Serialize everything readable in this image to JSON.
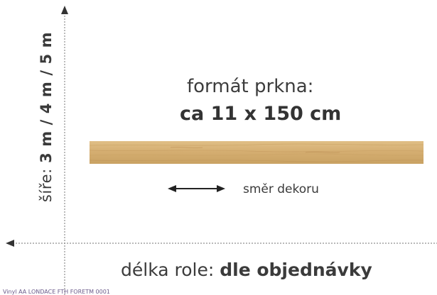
{
  "width_label": {
    "prefix": "šíře: ",
    "value": "3 m / 4 m / 5 m"
  },
  "plank_format": {
    "title": "formát prkna:",
    "value": "ca 11 x 150 cm"
  },
  "decor_direction": {
    "label": "směr dekoru"
  },
  "roll_length": {
    "prefix": "délka role: ",
    "value": "dle objednávky"
  },
  "footnote": "Vinyl AA LONDACE FTH FORETM 0001",
  "colors": {
    "axis": "#8f8f8f",
    "text": "#333333",
    "plank": "#d6b277",
    "plank_grain": "#c49a5c"
  },
  "icons": [
    "arrow-up-icon",
    "arrow-left-icon",
    "double-arrow-icon"
  ]
}
